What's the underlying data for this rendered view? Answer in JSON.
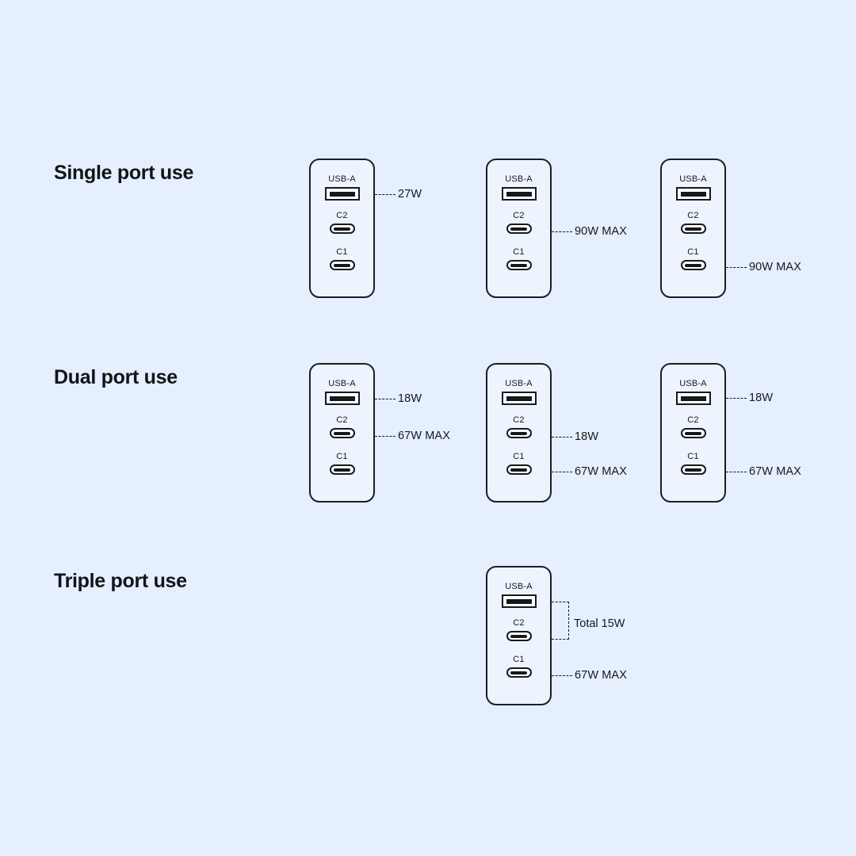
{
  "background_color": "#e5effd",
  "line_color": "#15191e",
  "sections": [
    {
      "id": "single",
      "title": "Single port use",
      "chargers": [
        {
          "ports": {
            "usba": "USB-A",
            "c2": "C2",
            "c1": "C1"
          },
          "annotations": [
            {
              "at": "usba",
              "text": "27W"
            }
          ]
        },
        {
          "ports": {
            "usba": "USB-A",
            "c2": "C2",
            "c1": "C1"
          },
          "annotations": [
            {
              "at": "c2",
              "text": "90W MAX"
            }
          ]
        },
        {
          "ports": {
            "usba": "USB-A",
            "c2": "C2",
            "c1": "C1"
          },
          "annotations": [
            {
              "at": "c1",
              "text": "90W MAX"
            }
          ]
        }
      ]
    },
    {
      "id": "dual",
      "title": "Dual port use",
      "chargers": [
        {
          "ports": {
            "usba": "USB-A",
            "c2": "C2",
            "c1": "C1"
          },
          "annotations": [
            {
              "at": "usba",
              "text": "18W"
            },
            {
              "at": "c2",
              "text": "67W MAX"
            }
          ]
        },
        {
          "ports": {
            "usba": "USB-A",
            "c2": "C2",
            "c1": "C1"
          },
          "annotations": [
            {
              "at": "c2",
              "text": "18W"
            },
            {
              "at": "c1",
              "text": "67W MAX"
            }
          ]
        },
        {
          "ports": {
            "usba": "USB-A",
            "c2": "C2",
            "c1": "C1"
          },
          "annotations": [
            {
              "at": "usba",
              "text": "18W"
            },
            {
              "at": "c1",
              "text": "67W MAX"
            }
          ]
        }
      ]
    },
    {
      "id": "triple",
      "title": "Triple port use",
      "chargers": [
        {
          "ports": {
            "usba": "USB-A",
            "c2": "C2",
            "c1": "C1"
          },
          "bracket_label": "Total 15W",
          "annotations": [
            {
              "at": "c1",
              "text": "67W MAX"
            }
          ]
        }
      ]
    }
  ]
}
